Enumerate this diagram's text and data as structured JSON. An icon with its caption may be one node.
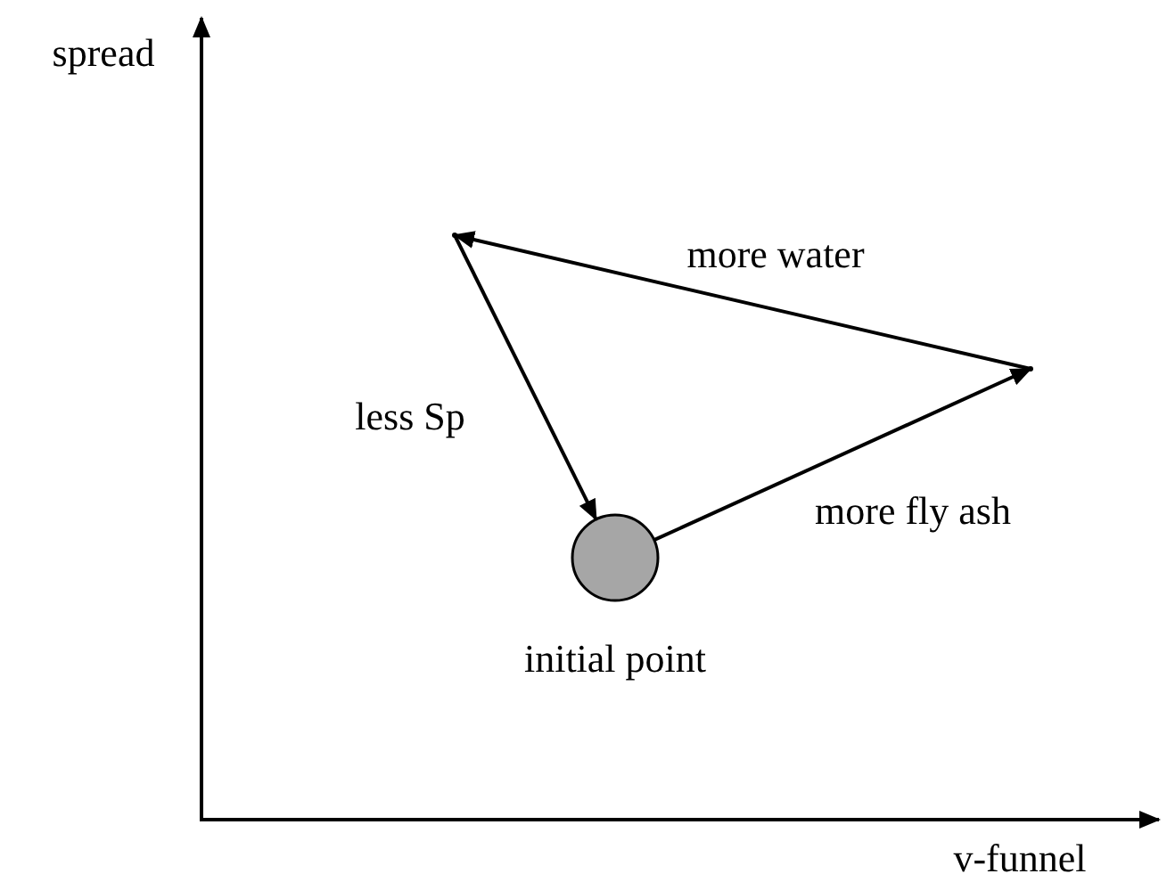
{
  "diagram": {
    "nodes": [
      {
        "text": [],
        "shape": "circle",
        "beside": [
          "initial point"
        ]
      },
      {
        "text": [],
        "shape": "point"
      },
      {
        "text": [],
        "shape": "point"
      }
    ],
    "edges": [
      {
        "from": 0,
        "to": 1,
        "arrow": "to",
        "label": "more fly ash"
      },
      {
        "from": 1,
        "to": 2,
        "arrow": "to",
        "label": "more water"
      },
      {
        "from": 2,
        "to": 0,
        "arrow": "to",
        "label": "less Sp"
      }
    ],
    "labels": [
      "spread",
      "v-funnel"
    ]
  }
}
